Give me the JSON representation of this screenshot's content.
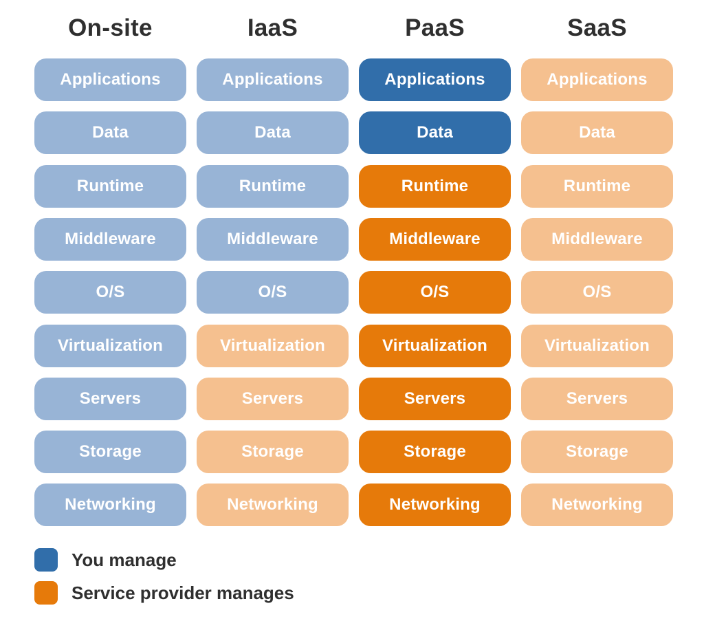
{
  "colors": {
    "you_manage": "#316eaa",
    "provider_manages": "#e67a0a",
    "onsite_tint": "#98b4d6",
    "saas_tint": "#f5c08f",
    "header_text": "#2f2f2f"
  },
  "columns": [
    {
      "title": "On-site",
      "cells": [
        {
          "label": "Applications",
          "style": "onsite_tint"
        },
        {
          "label": "Data",
          "style": "onsite_tint"
        },
        {
          "label": "Runtime",
          "style": "onsite_tint"
        },
        {
          "label": "Middleware",
          "style": "onsite_tint"
        },
        {
          "label": "O/S",
          "style": "onsite_tint"
        },
        {
          "label": "Virtualization",
          "style": "onsite_tint"
        },
        {
          "label": "Servers",
          "style": "onsite_tint"
        },
        {
          "label": "Storage",
          "style": "onsite_tint"
        },
        {
          "label": "Networking",
          "style": "onsite_tint"
        }
      ]
    },
    {
      "title": "IaaS",
      "cells": [
        {
          "label": "Applications",
          "style": "onsite_tint"
        },
        {
          "label": "Data",
          "style": "onsite_tint"
        },
        {
          "label": "Runtime",
          "style": "onsite_tint"
        },
        {
          "label": "Middleware",
          "style": "onsite_tint"
        },
        {
          "label": "O/S",
          "style": "onsite_tint"
        },
        {
          "label": "Virtualization",
          "style": "saas_tint"
        },
        {
          "label": "Servers",
          "style": "saas_tint"
        },
        {
          "label": "Storage",
          "style": "saas_tint"
        },
        {
          "label": "Networking",
          "style": "saas_tint"
        }
      ]
    },
    {
      "title": "PaaS",
      "cells": [
        {
          "label": "Applications",
          "style": "you_manage"
        },
        {
          "label": "Data",
          "style": "you_manage"
        },
        {
          "label": "Runtime",
          "style": "provider_manages"
        },
        {
          "label": "Middleware",
          "style": "provider_manages"
        },
        {
          "label": "O/S",
          "style": "provider_manages"
        },
        {
          "label": "Virtualization",
          "style": "provider_manages"
        },
        {
          "label": "Servers",
          "style": "provider_manages"
        },
        {
          "label": "Storage",
          "style": "provider_manages"
        },
        {
          "label": "Networking",
          "style": "provider_manages"
        }
      ]
    },
    {
      "title": "SaaS",
      "cells": [
        {
          "label": "Applications",
          "style": "saas_tint"
        },
        {
          "label": "Data",
          "style": "saas_tint"
        },
        {
          "label": "Runtime",
          "style": "saas_tint"
        },
        {
          "label": "Middleware",
          "style": "saas_tint"
        },
        {
          "label": "O/S",
          "style": "saas_tint"
        },
        {
          "label": "Virtualization",
          "style": "saas_tint"
        },
        {
          "label": "Servers",
          "style": "saas_tint"
        },
        {
          "label": "Storage",
          "style": "saas_tint"
        },
        {
          "label": "Networking",
          "style": "saas_tint"
        }
      ]
    }
  ],
  "legend": [
    {
      "label": "You manage",
      "style": "you_manage"
    },
    {
      "label": "Service provider manages",
      "style": "provider_manages"
    }
  ]
}
